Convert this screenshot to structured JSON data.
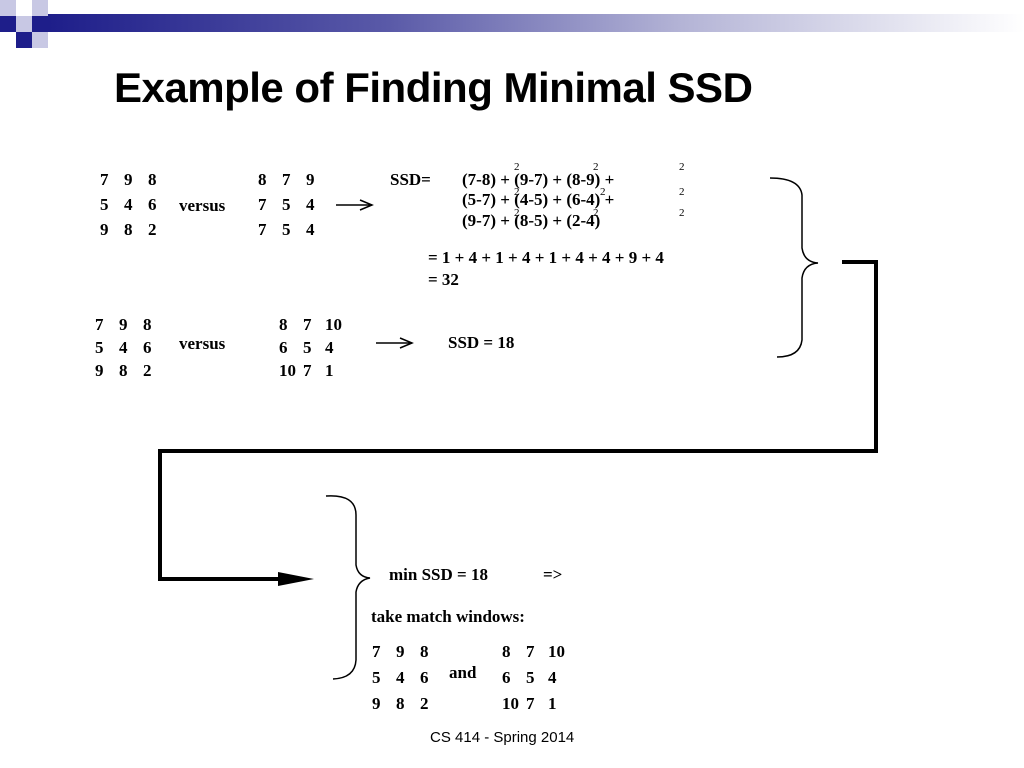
{
  "slide": {
    "title": "Example of Finding Minimal SSD",
    "footer": "CS 414 - Spring 2014",
    "accent_color": "#1e1e8a"
  },
  "example1": {
    "left_matrix": [
      "7",
      "9",
      "8",
      "5",
      "4",
      "6",
      "9",
      "8",
      "2"
    ],
    "versus_label": "versus",
    "right_matrix": [
      "8",
      "7",
      "9",
      "7",
      "5",
      "4",
      "7",
      "5",
      "4"
    ],
    "arrow_icon": "right-arrow-icon",
    "ssd_label": "SSD=",
    "row1": "(7-8)  + (9-7)  + (8-9)   +",
    "row2": "(5-7)  + (4-5)   + (6-4)   +",
    "row3": "(9-7)  + (8-5)  + (2-4)",
    "exponent": "2",
    "sum_line": "= 1 + 4 + 1 + 4 + 1 + 4 + 4 + 9 + 4",
    "result_line": "= 32"
  },
  "example2": {
    "left_matrix": [
      "7",
      "9",
      "8",
      "5",
      "4",
      "6",
      "9",
      "8",
      "2"
    ],
    "versus_label": "versus",
    "right_matrix": [
      "8",
      "7",
      "10",
      "6",
      "5",
      "4",
      "10",
      "7",
      "1"
    ],
    "arrow_icon": "right-arrow-icon",
    "ssd_result": "SSD = 18"
  },
  "conclusion": {
    "min_line": "min SSD = 18",
    "implies": "=>",
    "take_line": "take match windows:",
    "left_matrix": [
      "7",
      "9",
      "8",
      "5",
      "4",
      "6",
      "9",
      "8",
      "2"
    ],
    "and_label": "and",
    "right_matrix": [
      "8",
      "7",
      "10",
      "6",
      "5",
      "4",
      "10",
      "7",
      "1"
    ]
  }
}
